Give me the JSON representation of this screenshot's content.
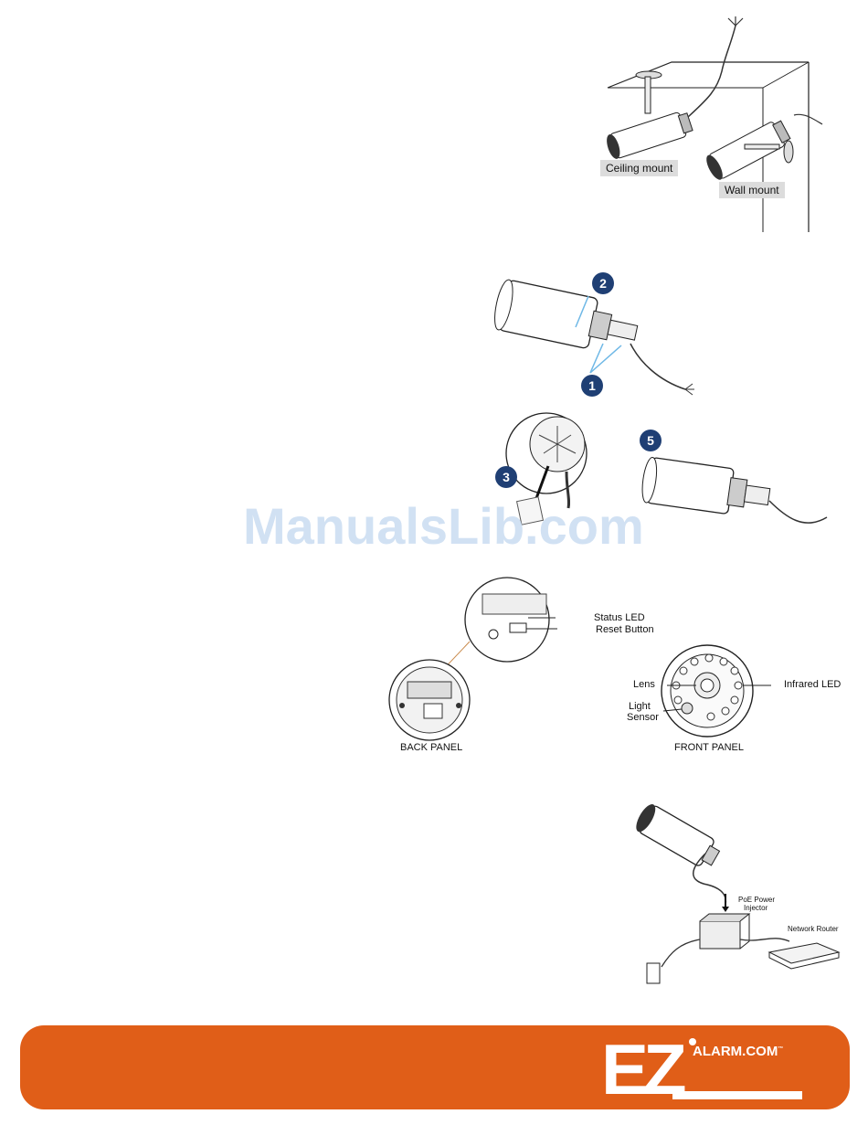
{
  "mounting": {
    "ceiling_label": "Ceiling mount",
    "wall_label": "Wall mount"
  },
  "steps": {
    "badges": [
      "2",
      "1",
      "5",
      "3"
    ]
  },
  "watermark": "ManualsLib.com",
  "panels": {
    "status_led": "Status LED",
    "reset_button": "Reset Button",
    "lens": "Lens",
    "infrared_led": "Infrared LED",
    "light_sensor_line1": "Light",
    "light_sensor_line2": "Sensor",
    "back_panel": "BACK PANEL",
    "front_panel": "FRONT PANEL"
  },
  "connection": {
    "injector_line1": "PoE Power",
    "injector_line2": "Injector",
    "router": "Network Router"
  },
  "footer": {
    "logo_ez": "EZ",
    "logo_alarm": "ALARM.COM",
    "logo_tm": "™",
    "background": "#e05e18"
  },
  "colors": {
    "badge": "#1f3f74",
    "watermark": "#c9dcf2",
    "callout_line": "#6fb8e6"
  }
}
